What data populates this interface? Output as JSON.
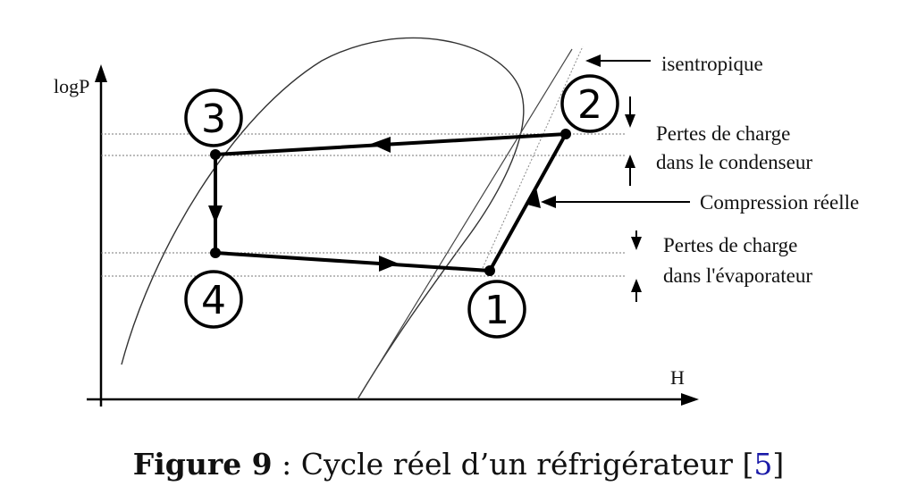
{
  "axes": {
    "y_label": "logP",
    "x_label": "H"
  },
  "points": [
    {
      "id": "1",
      "label": "1"
    },
    {
      "id": "2",
      "label": "2"
    },
    {
      "id": "3",
      "label": "3"
    },
    {
      "id": "4",
      "label": "4"
    }
  ],
  "annotations": {
    "isentropic": "isentropique",
    "cond_line1": "Pertes de charge",
    "cond_line2": "dans le condenseur",
    "compression": "Compression réelle",
    "evap_line1": "Pertes de charge",
    "evap_line2": "dans l'évaporateur"
  },
  "caption": {
    "prefix": "Figure 9",
    "text": " : Cycle réel d’un réfrigérateur ",
    "ref_open": "[",
    "ref": "5",
    "ref_close": "]"
  },
  "colors": {
    "reference_link": "#1a1aa8"
  }
}
